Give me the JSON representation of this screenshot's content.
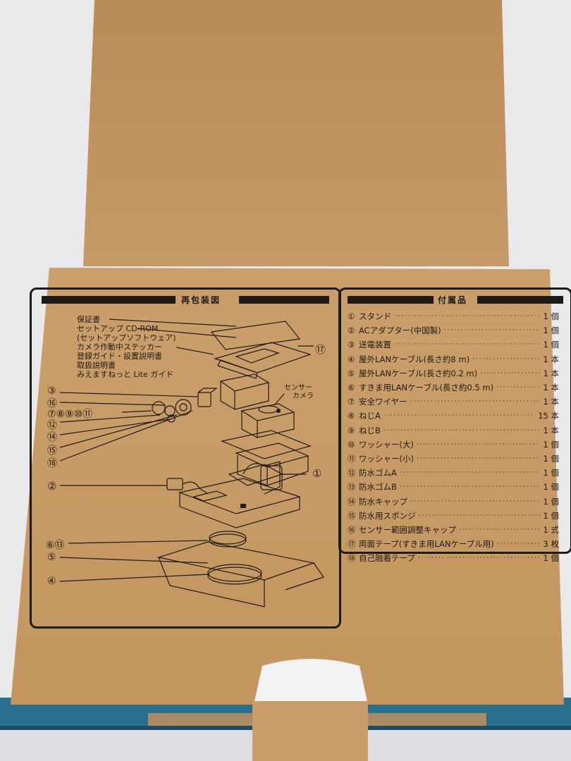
{
  "repack_diagram": {
    "title": "再包装図",
    "documents": [
      "保証書",
      "セットアップ CD-ROM",
      "(セットアップソフトウェア)",
      "カメラ作動中ステッカー",
      "登録ガイド・設置説明書",
      "取扱説明書",
      "みえますねっと Lite ガイド"
    ],
    "sensor_camera_label": [
      "センサー",
      "カメラ"
    ],
    "callouts": {
      "c17": "⑰",
      "c3": "③",
      "c16": "⑯",
      "c7_11": "⑦⑧⑨⑩⑪",
      "c12": "⑫",
      "c14": "⑭",
      "c15": "⑮",
      "c18": "⑱",
      "c2": "②",
      "c1": "①",
      "c6_13": "⑥⑬",
      "c5": "⑤",
      "c4": "④"
    }
  },
  "accessories": {
    "title": "付属品",
    "items": [
      {
        "num": "①",
        "name": "スタンド",
        "qty": "1 個"
      },
      {
        "num": "②",
        "name": "ACアダプター(中国製)",
        "qty": "1 個"
      },
      {
        "num": "③",
        "name": "送電装置",
        "qty": "1 個"
      },
      {
        "num": "④",
        "name": "屋外LANケーブル(長さ約8 m)",
        "qty": "1 本"
      },
      {
        "num": "⑤",
        "name": "屋外LANケーブル(長さ約0.2 m)",
        "qty": "1 本"
      },
      {
        "num": "⑥",
        "name": "すきま用LANケーブル(長さ約0.5 m)",
        "qty": "1 本"
      },
      {
        "num": "⑦",
        "name": "安全ワイヤー",
        "qty": "1 本"
      },
      {
        "num": "⑧",
        "name": "ねじA",
        "qty": "15 本"
      },
      {
        "num": "⑨",
        "name": "ねじB",
        "qty": "1 本"
      },
      {
        "num": "⑩",
        "name": "ワッシャー(大)",
        "qty": "1 個"
      },
      {
        "num": "⑪",
        "name": "ワッシャー(小)",
        "qty": "1 個"
      },
      {
        "num": "⑫",
        "name": "防水ゴムA",
        "qty": "1 個"
      },
      {
        "num": "⑬",
        "name": "防水ゴムB",
        "qty": "1 個"
      },
      {
        "num": "⑭",
        "name": "防水キャップ",
        "qty": "1 個"
      },
      {
        "num": "⑮",
        "name": "防水用スポンジ",
        "qty": "1 個"
      },
      {
        "num": "⑯",
        "name": "センサー範囲調整キャップ",
        "qty": "1 式"
      },
      {
        "num": "⑰",
        "name": "両面テープ(すきま用LANケーブル用)",
        "qty": "3 枚"
      },
      {
        "num": "⑱",
        "name": "自己融着テープ",
        "qty": "1 個"
      }
    ]
  },
  "colors": {
    "cardboard": "#c69a64",
    "ink": "#1e1b17",
    "box_blue": "#2a6f8f",
    "background": "#e9e9ec"
  }
}
